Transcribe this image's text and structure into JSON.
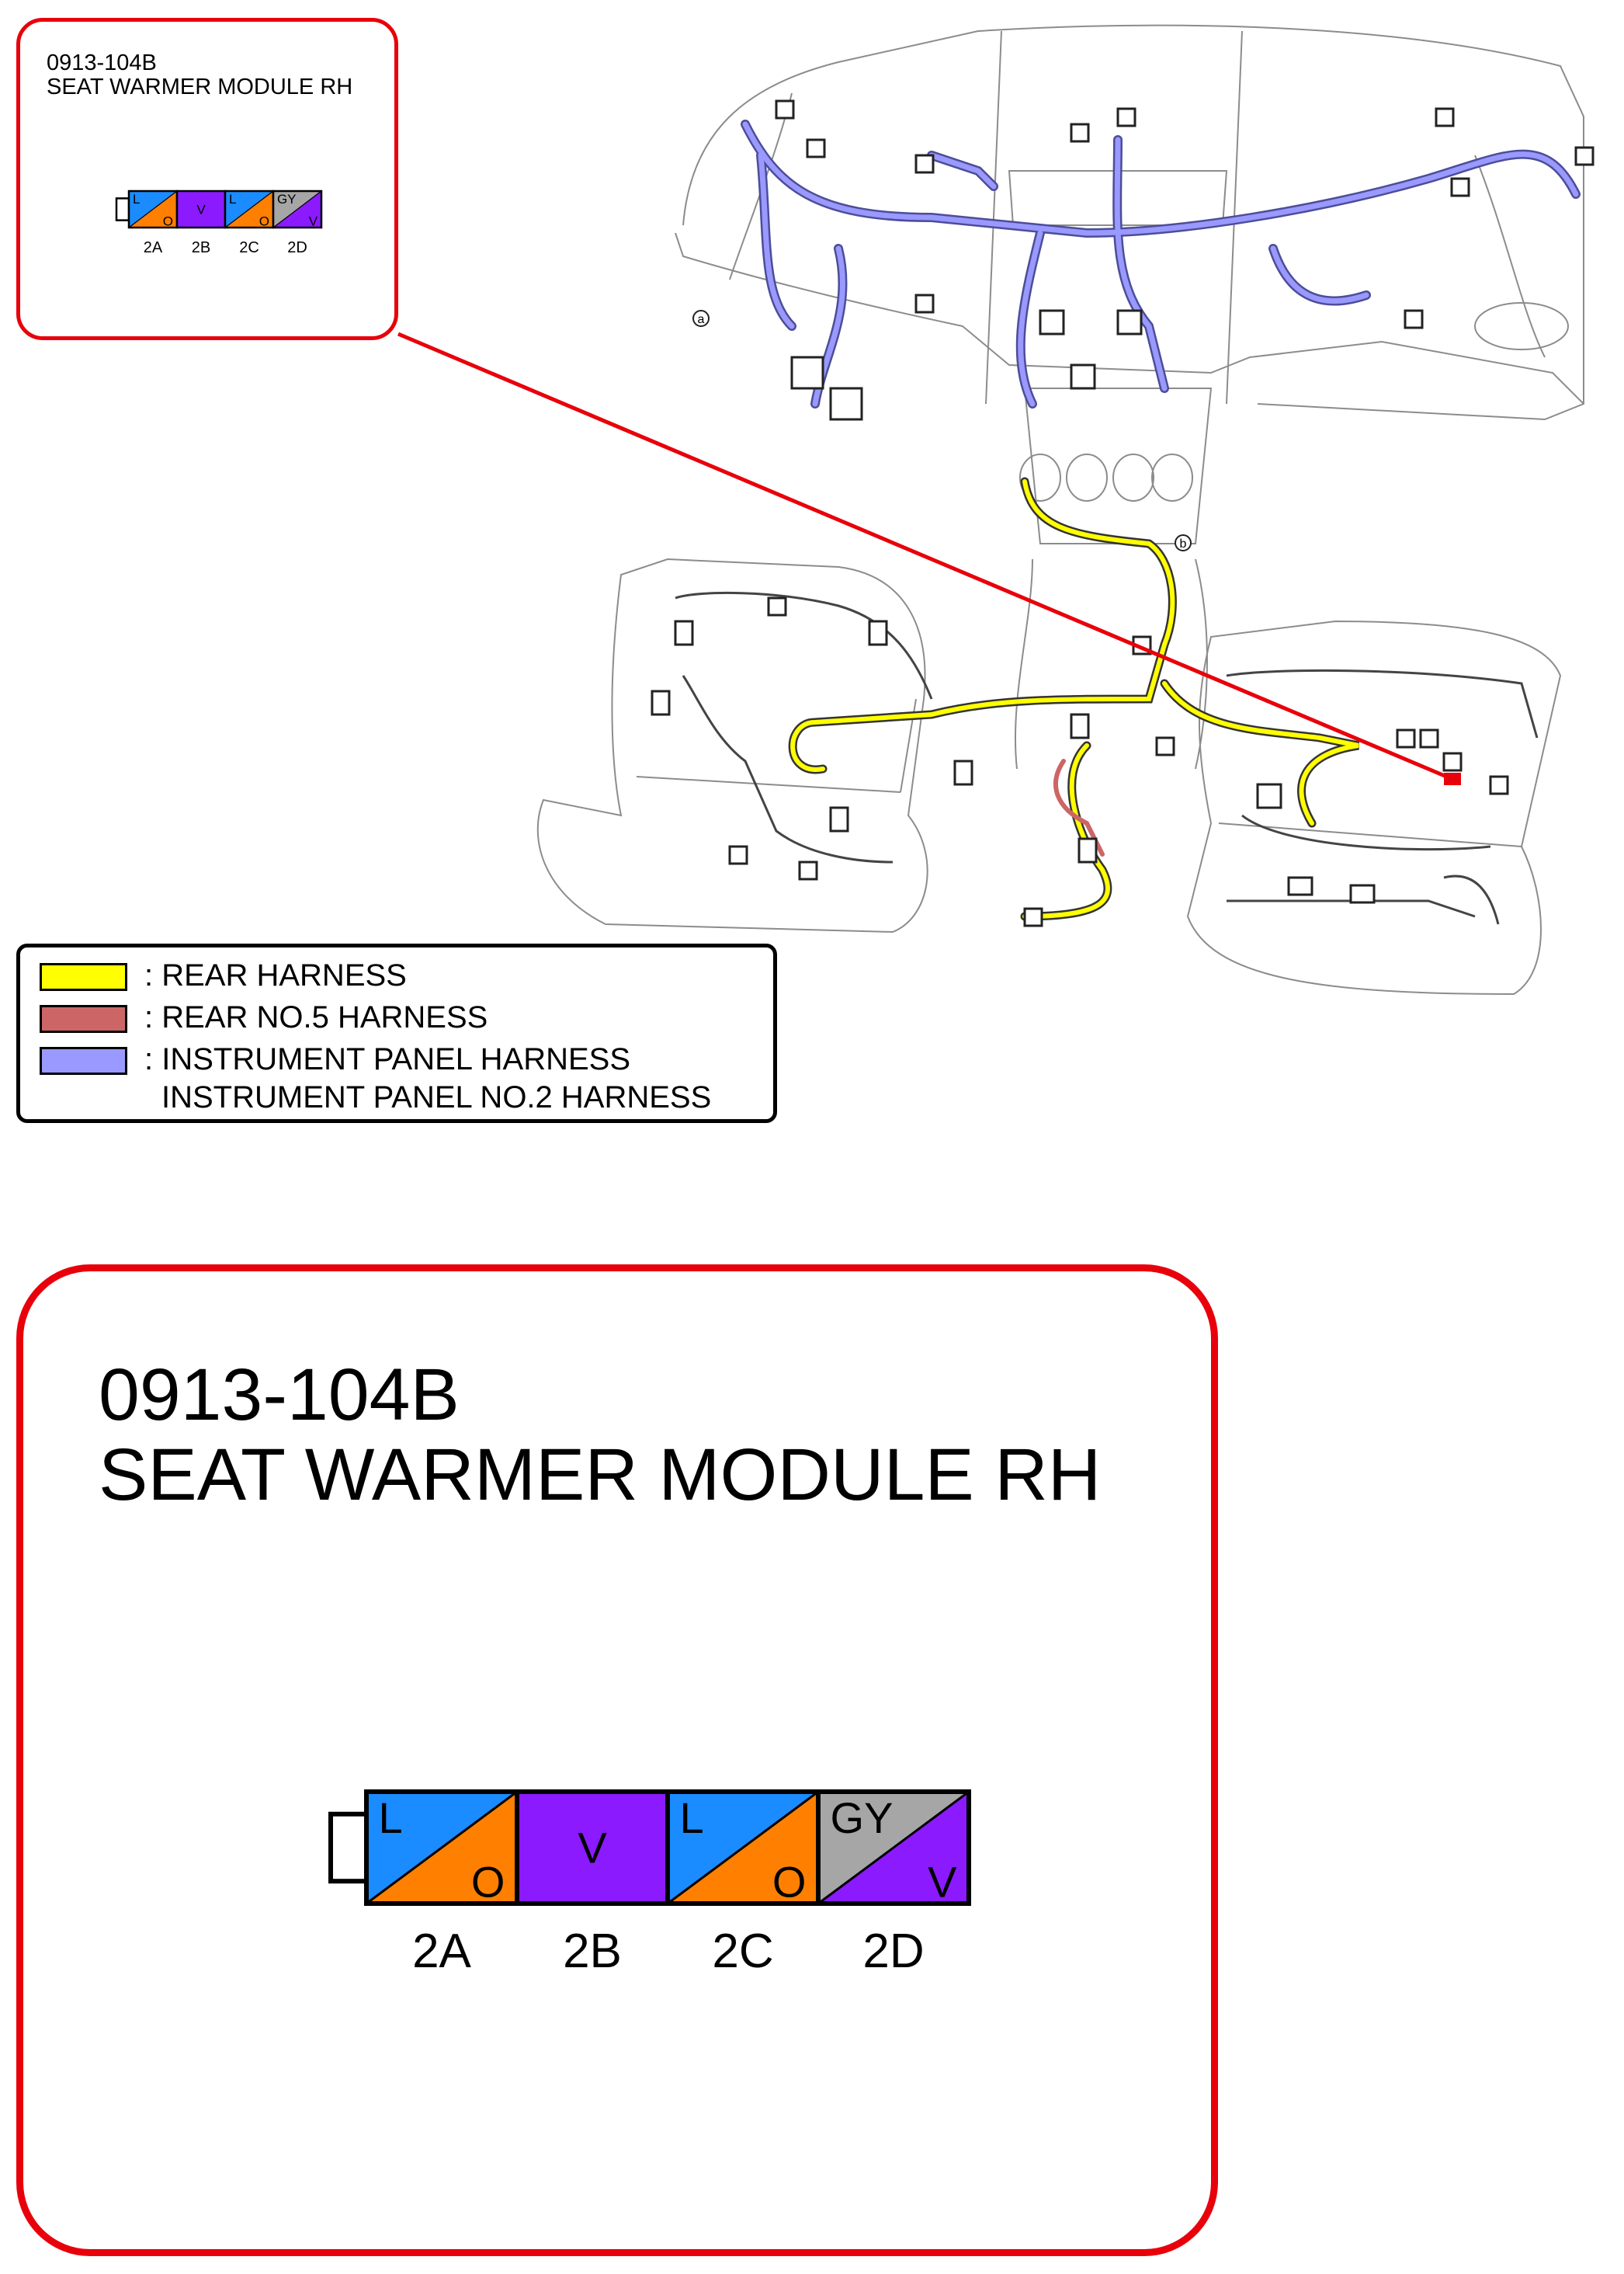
{
  "connector": {
    "code": "0913-104B",
    "name": "SEAT WARMER MODULE RH",
    "pins": [
      {
        "id": "2A",
        "top": "L",
        "bottom": "O",
        "top_color": "#1a8cff",
        "bottom_color": "#ff8000"
      },
      {
        "id": "2B",
        "top": "V",
        "bottom": "",
        "top_color": "#8c1aff",
        "bottom_color": "#8c1aff"
      },
      {
        "id": "2C",
        "top": "L",
        "bottom": "O",
        "top_color": "#1a8cff",
        "bottom_color": "#ff8000"
      },
      {
        "id": "2D",
        "top": "GY",
        "bottom": "V",
        "top_color": "#a6a6a6",
        "bottom_color": "#8c1aff"
      }
    ]
  },
  "legend": [
    {
      "label": ": REAR HARNESS",
      "color": "#ffff00"
    },
    {
      "label": ": REAR NO.5 HARNESS",
      "color": "#cc6666"
    },
    {
      "label": ": INSTRUMENT PANEL HARNESS",
      "color": "#9999ff"
    },
    {
      "label": "INSTRUMENT PANEL NO.2 HARNESS",
      "color": ""
    }
  ],
  "drawing_markers": [
    "a",
    "b"
  ],
  "colors": {
    "callout": "#e8000b",
    "rear_harness": "#ffff00",
    "rear_no5": "#cc6666",
    "instrument_panel": "#9999ff"
  }
}
